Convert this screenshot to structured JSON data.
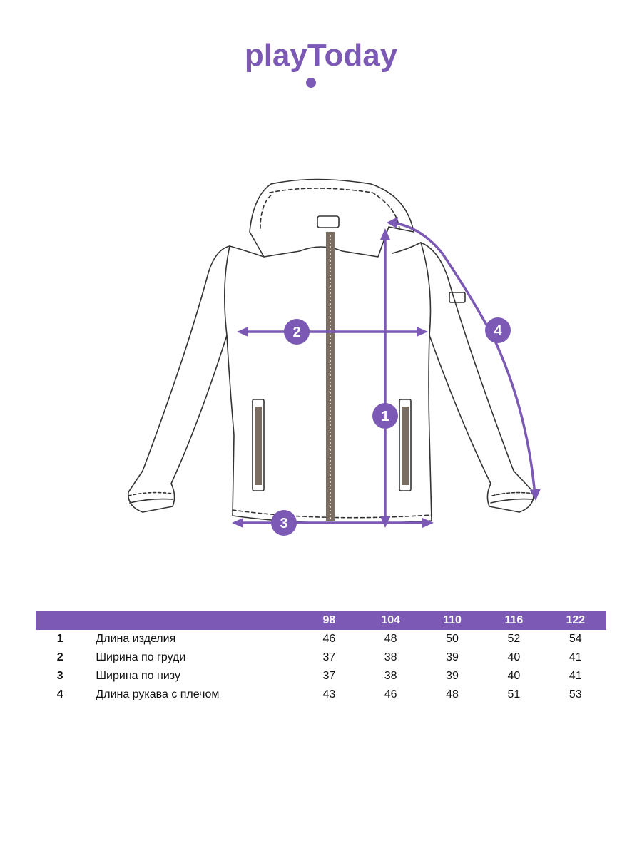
{
  "brand": {
    "logo_text": "playToday",
    "accent_color": "#7b59b5"
  },
  "diagram": {
    "markers": [
      "1",
      "2",
      "3",
      "4"
    ]
  },
  "size_table": {
    "header": [
      "",
      "",
      "98",
      "104",
      "110",
      "116",
      "122"
    ],
    "rows": [
      {
        "num": "1",
        "label": "Длина изделия",
        "values": [
          "46",
          "48",
          "50",
          "52",
          "54"
        ]
      },
      {
        "num": "2",
        "label": "Ширина по груди",
        "values": [
          "37",
          "38",
          "39",
          "40",
          "41"
        ]
      },
      {
        "num": "3",
        "label": "Ширина по низу",
        "values": [
          "37",
          "38",
          "39",
          "40",
          "41"
        ]
      },
      {
        "num": "4",
        "label": "Длина рукава с плечом",
        "values": [
          "43",
          "46",
          "48",
          "51",
          "53"
        ]
      }
    ]
  }
}
